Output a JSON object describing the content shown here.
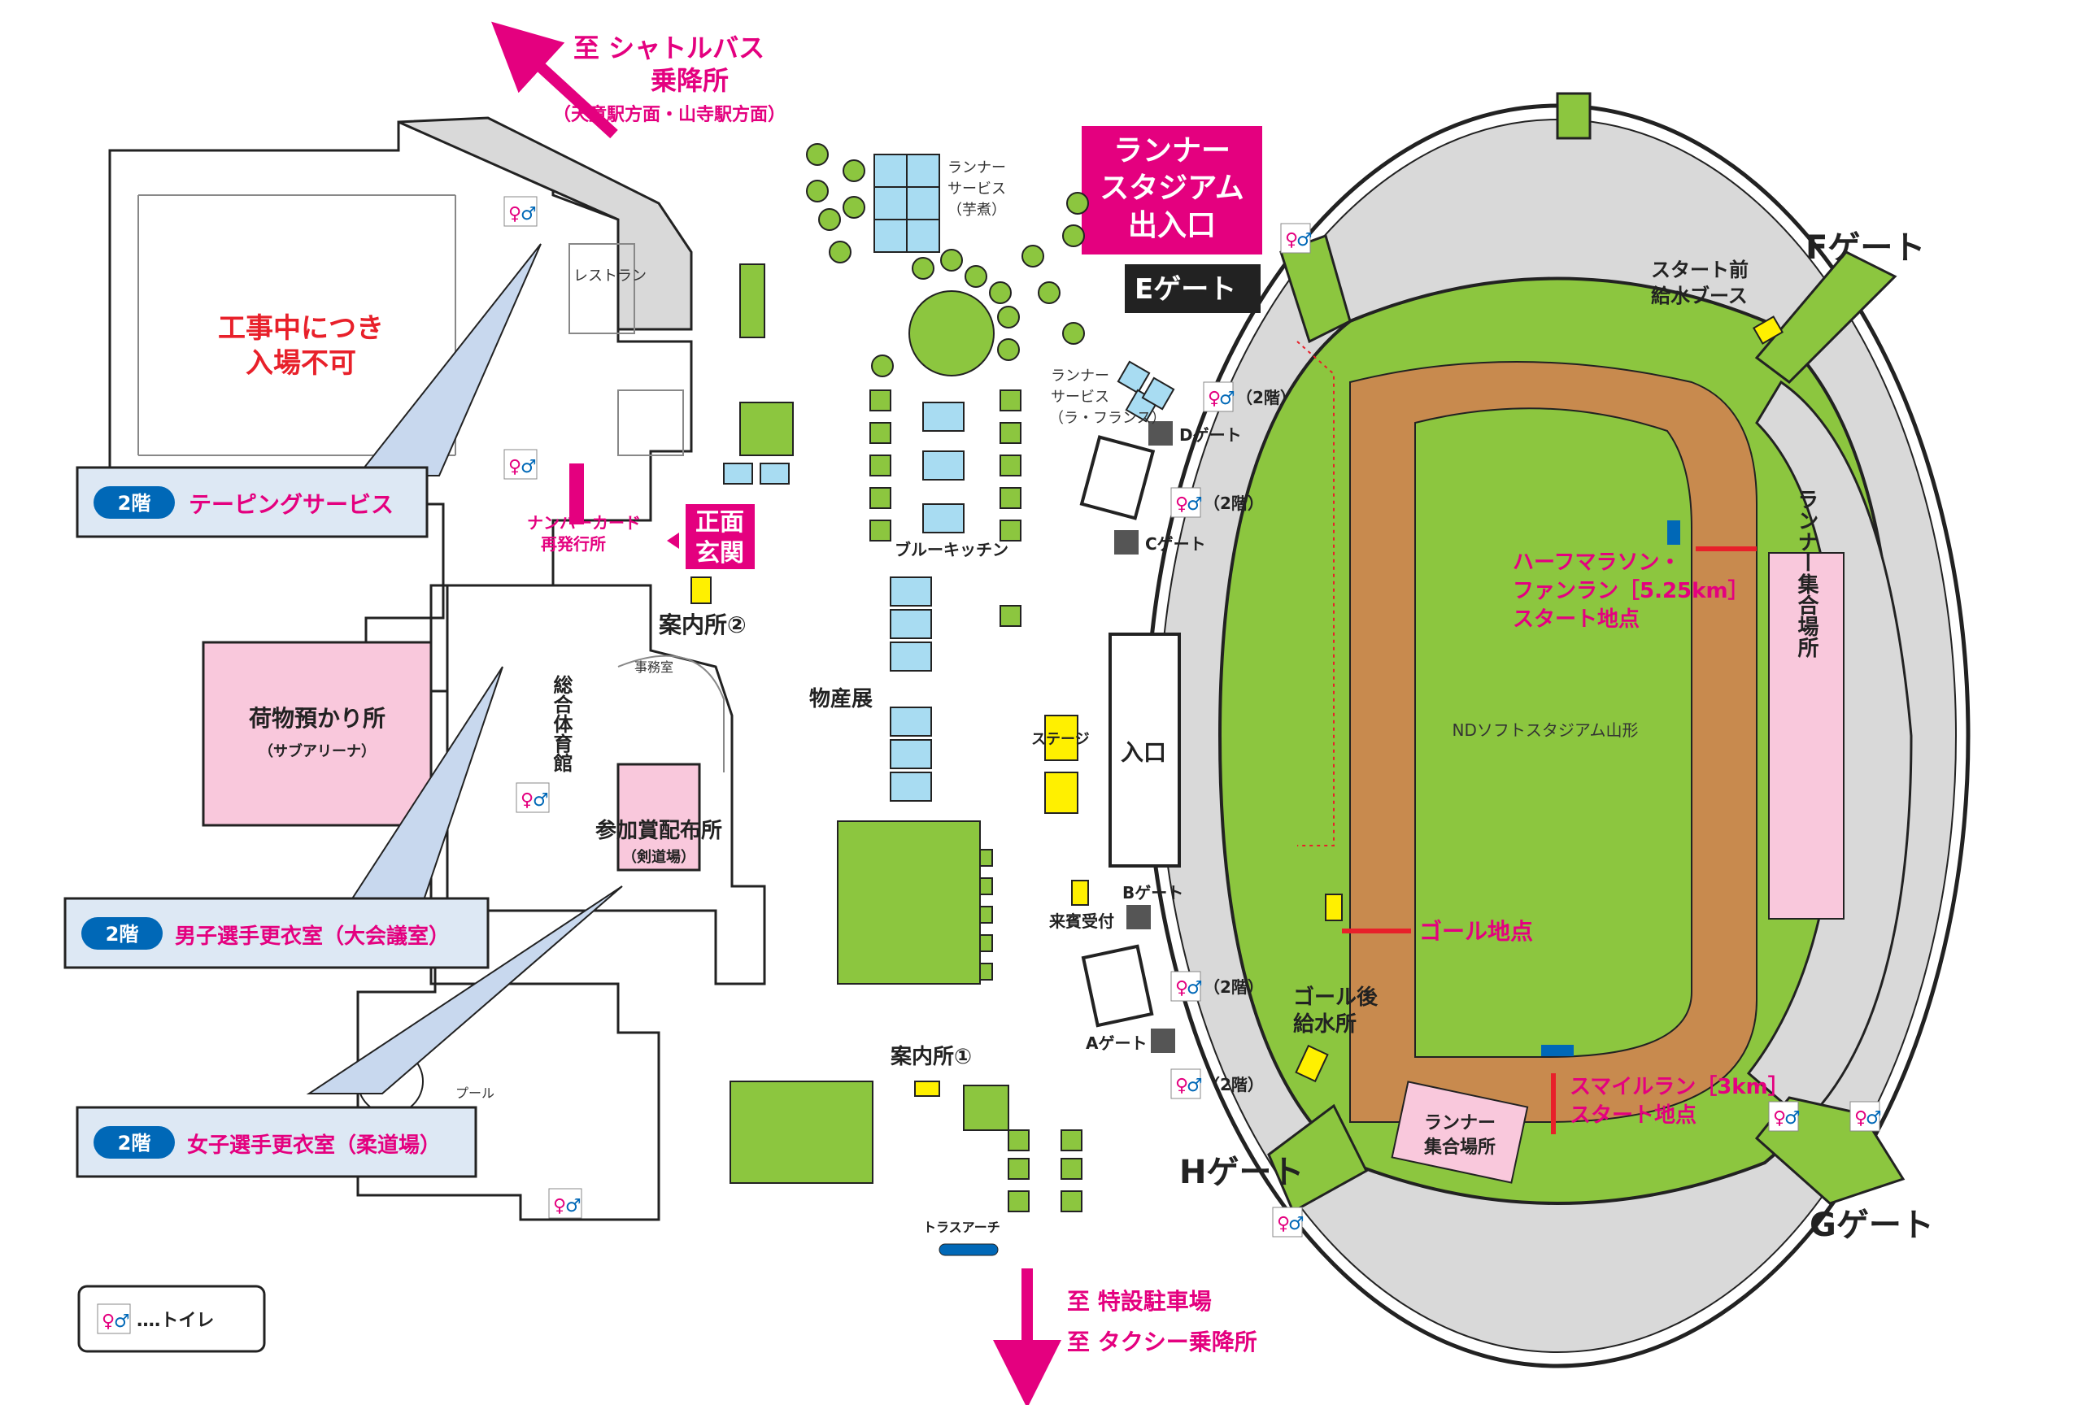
{
  "labels": {
    "to_bus_1": "至 シャトルバス",
    "to_bus_2": "乗降所",
    "to_bus_3": "（天童駅方面・山寺駅方面）",
    "runner_stadium_1": "ランナー",
    "runner_stadium_2": "スタジアム",
    "runner_stadium_3": "出入口",
    "e_gate": "Eゲート",
    "f_gate": "Fゲート",
    "g_gate": "Gゲート",
    "h_gate": "Hゲート",
    "d_gate": "Dゲート",
    "c_gate": "Cゲート",
    "b_gate": "Bゲート",
    "a_gate": "Aゲート",
    "under_construction_1": "工事中につき",
    "under_construction_2": "入場不可",
    "restaurant": "レストラン",
    "taping_floor": "2階",
    "taping": "テーピングサービス",
    "number_card_1": "ナンバーカード",
    "number_card_2": "再発行所",
    "main_entrance_1": "正面",
    "main_entrance_2": "玄関",
    "info_2": "案内所②",
    "office": "事務室",
    "gym": "総合体育館",
    "baggage": "荷物預かり所",
    "baggage_sub": "（サブアリーナ）",
    "prize": "参加賞配布所",
    "prize_sub": "（剣道場）",
    "male_floor": "2階",
    "male_room": "男子選手更衣室（大会議室）",
    "female_floor": "2階",
    "female_room": "女子選手更衣室（柔道場）",
    "pool": "プール",
    "runner_service_imoni_1": "ランナー",
    "runner_service_imoni_2": "サービス",
    "runner_service_imoni_3": "（芋煮）",
    "runner_service_lafrance_1": "ランナー",
    "runner_service_lafrance_2": "サービス",
    "runner_service_lafrance_3": "（ラ・フランス）",
    "blue_kitchen": "ブルーキッチン",
    "bussanten": "物産展",
    "stage": "ステージ",
    "entrance": "入口",
    "visitor_reception": "来賓受付",
    "info_1": "案内所①",
    "truss_arch": "トラスアーチ",
    "to_parking": "至 特設駐車場",
    "to_taxi": "至 タクシー乗降所",
    "toilet_legend": "‥‥トイレ",
    "floor2": "（2階）",
    "start_water_1": "スタート前",
    "start_water_2": "給水ブース",
    "half_start_1": "ハーフマラソン・",
    "half_start_2": "ファンラン［5.25km］",
    "half_start_3": "スタート地点",
    "stadium_name": "NDソフトスタジアム山形",
    "runner_assembly_right": "ランナー集合場所",
    "goal": "ゴール地点",
    "after_goal_water_1": "ゴール後",
    "after_goal_water_2": "給水所",
    "smile_start_1": "スマイルラン［3km］",
    "smile_start_2": "スタート地点",
    "runner_assembly_bottom_1": "ランナー",
    "runner_assembly_bottom_2": "集合場所"
  },
  "colors": {
    "magenta": "#e4007f",
    "field_green": "#8cc63f",
    "track_brown": "#c88a4e",
    "stand_gray": "#d9d9d9",
    "tent_blue": "#a8dcf2",
    "pink_area": "#f9c8dc",
    "floor_badge_blue": "#0068b7"
  }
}
